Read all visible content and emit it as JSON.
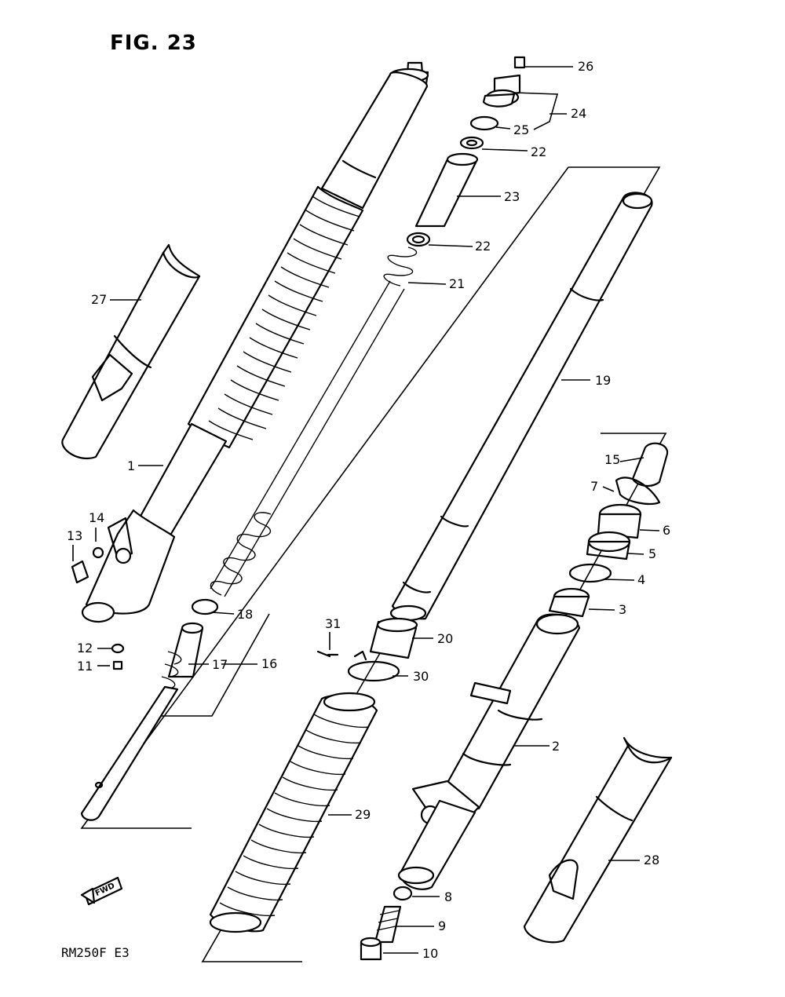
{
  "figure": {
    "title": "FIG. 23",
    "model": "RM250F E3"
  },
  "badge": {
    "text": "FWD"
  },
  "callouts": [
    {
      "id": "26",
      "text": "26"
    },
    {
      "id": "24",
      "text": "24"
    },
    {
      "id": "25",
      "text": "25"
    },
    {
      "id": "22a",
      "text": "22"
    },
    {
      "id": "23",
      "text": "23"
    },
    {
      "id": "22b",
      "text": "22"
    },
    {
      "id": "21",
      "text": "21"
    },
    {
      "id": "27",
      "text": "27"
    },
    {
      "id": "19",
      "text": "19"
    },
    {
      "id": "15",
      "text": "15"
    },
    {
      "id": "7",
      "text": "7"
    },
    {
      "id": "6",
      "text": "6"
    },
    {
      "id": "5",
      "text": "5"
    },
    {
      "id": "4",
      "text": "4"
    },
    {
      "id": "3",
      "text": "3"
    },
    {
      "id": "1",
      "text": "1"
    },
    {
      "id": "14",
      "text": "14"
    },
    {
      "id": "13",
      "text": "13"
    },
    {
      "id": "18",
      "text": "18"
    },
    {
      "id": "31",
      "text": "31"
    },
    {
      "id": "20",
      "text": "20"
    },
    {
      "id": "12",
      "text": "12"
    },
    {
      "id": "11",
      "text": "11"
    },
    {
      "id": "17",
      "text": "17"
    },
    {
      "id": "16",
      "text": "16"
    },
    {
      "id": "30",
      "text": "30"
    },
    {
      "id": "2",
      "text": "2"
    },
    {
      "id": "29",
      "text": "29"
    },
    {
      "id": "28",
      "text": "28"
    },
    {
      "id": "8",
      "text": "8"
    },
    {
      "id": "9",
      "text": "9"
    },
    {
      "id": "10",
      "text": "10"
    }
  ]
}
